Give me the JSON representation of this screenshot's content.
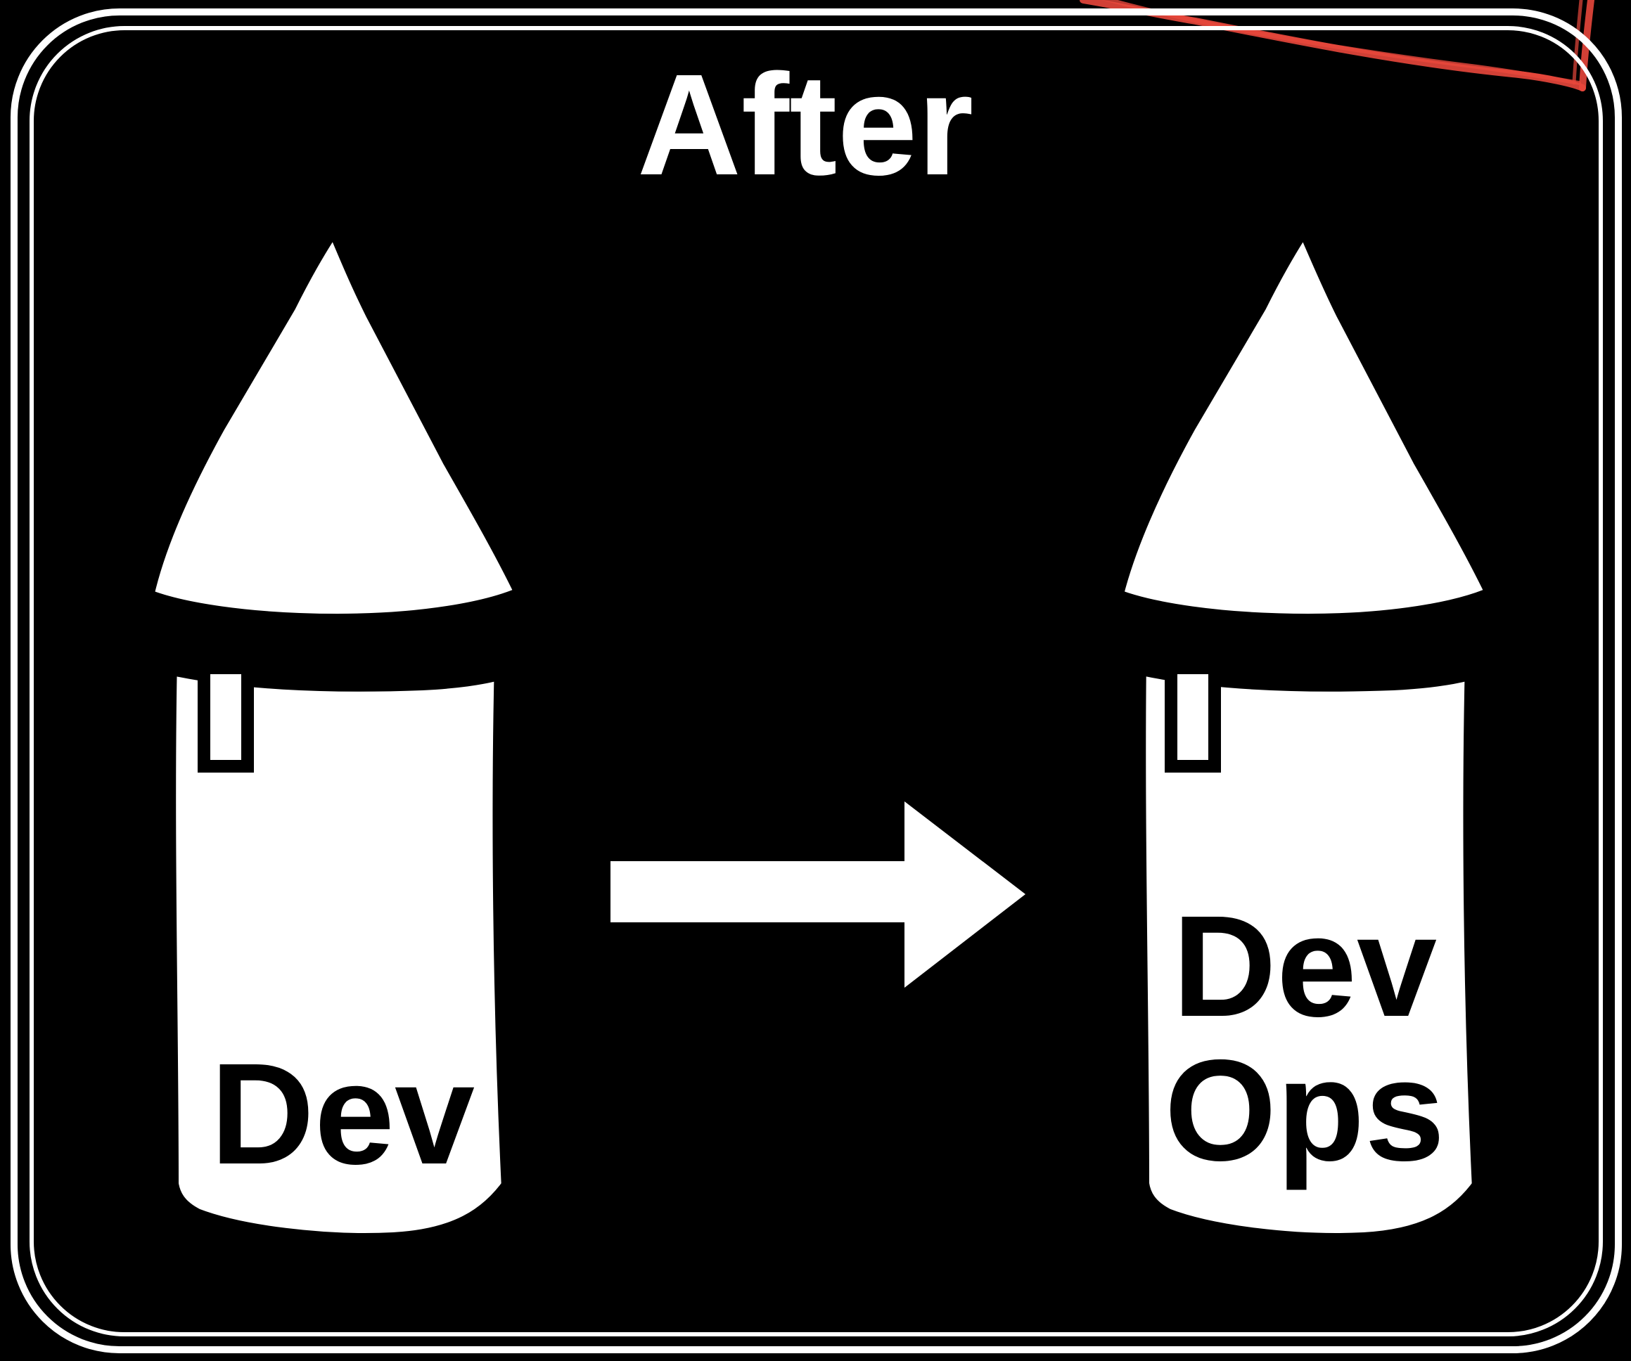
{
  "diagram": {
    "title": "After",
    "left_rocket": {
      "label": "Dev"
    },
    "right_rocket": {
      "label_line1": "Dev",
      "label_line2": "Ops"
    },
    "colors": {
      "background": "#000000",
      "frame": "#ffffff",
      "rocket_fill": "#ffffff",
      "rocket_outline": "#000000",
      "label": "#000000",
      "title": "#ffffff",
      "arrow": "#ffffff",
      "accent_scribble": "#e8473c"
    },
    "icons": {
      "left_rocket": "rocket-icon",
      "right_rocket": "rocket-icon",
      "arrow": "arrow-right-icon"
    }
  }
}
